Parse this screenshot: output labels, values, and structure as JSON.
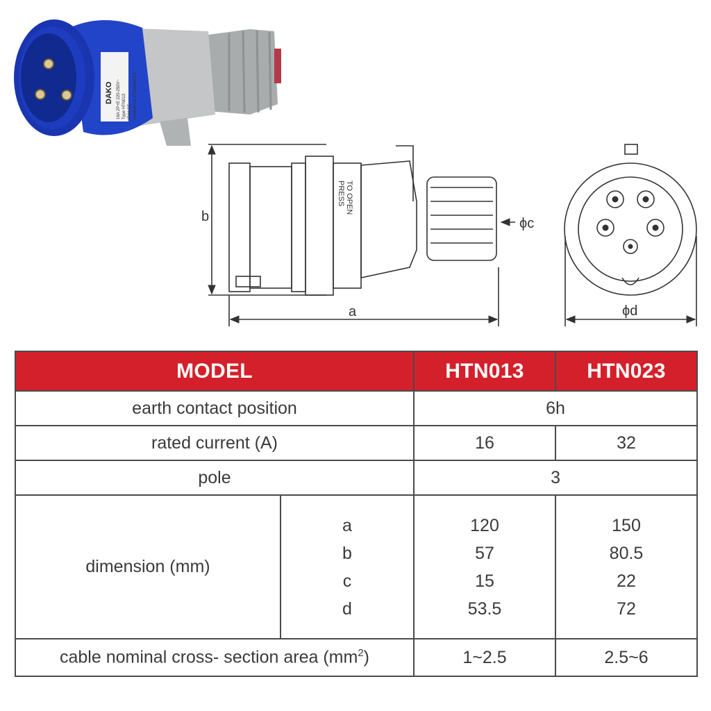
{
  "photo": {
    "brand": "DAKO",
    "label_lines": [
      "16A 2P+E 220-250V~",
      "Type HTN013",
      "IP44  CE",
      "Conform to IEC60309-1/2"
    ],
    "body_color": "#1f3ec0",
    "housing_color": "#b9bcbd"
  },
  "drawing": {
    "label_a": "a",
    "label_b": "b",
    "label_c": "ϕc",
    "label_d": "ϕd",
    "press_text_1": "PRESS",
    "press_text_2": "TO OPEN"
  },
  "table": {
    "header": {
      "model": "MODEL",
      "col1": "HTN013",
      "col2": "HTN023"
    },
    "earth": {
      "label": "earth contact position",
      "value": "6h"
    },
    "current": {
      "label": "rated current (A)",
      "v1": "16",
      "v2": "32"
    },
    "pole": {
      "label": "pole",
      "value": "3"
    },
    "dimension": {
      "label": "dimension (mm)",
      "keys": [
        "a",
        "b",
        "c",
        "d"
      ],
      "v1": [
        "120",
        "57",
        "15",
        "53.5"
      ],
      "v2": [
        "150",
        "80.5",
        "22",
        "72"
      ]
    },
    "cable": {
      "label": "cable nominal cross- section area (mm",
      "sup": "2",
      "label_end": ")",
      "v1": "1~2.5",
      "v2": "2.5~6"
    }
  },
  "colors": {
    "header_red": "#d4202a",
    "plug_blue": "#1f3ec0"
  }
}
